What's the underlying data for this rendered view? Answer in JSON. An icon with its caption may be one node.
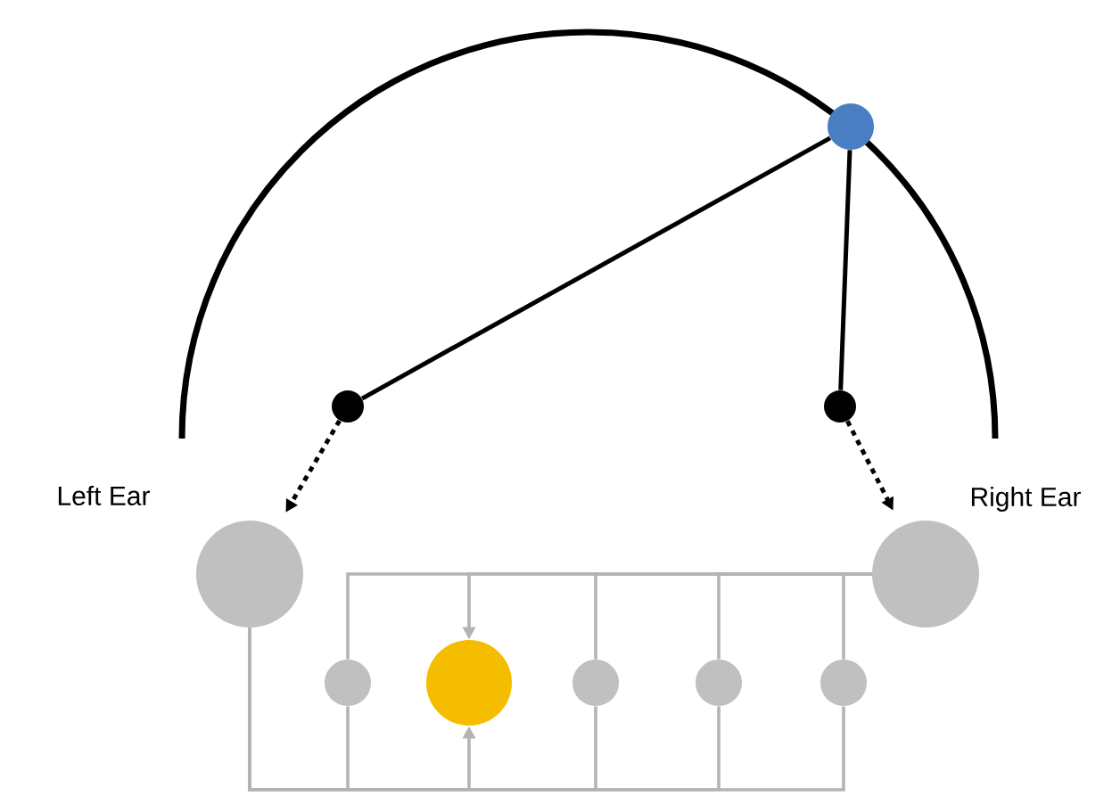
{
  "diagram": {
    "nodes": [
      {
        "text": [
          "Left Ear"
        ]
      },
      {
        "text": [
          "Right Ear"
        ]
      },
      {
        "text": [],
        "shape": "circle"
      },
      {
        "text": [],
        "shape": "circle"
      },
      {
        "text": [],
        "shape": "circle"
      },
      {
        "text": [],
        "shape": "circle"
      },
      {
        "text": [],
        "shape": "circle"
      },
      {
        "text": [],
        "shape": "circle"
      },
      {
        "text": [],
        "shape": "circle"
      },
      {
        "text": [],
        "shape": "circle"
      }
    ],
    "edges": [
      {
        "from": 2,
        "to": 3,
        "arrow": "none",
        "color": "#000000"
      },
      {
        "from": 2,
        "to": 4,
        "arrow": "none",
        "color": "#000000"
      },
      {
        "from": 3,
        "to": 0,
        "arrow": "to",
        "style": "dashed",
        "color": "#000000"
      },
      {
        "from": 4,
        "to": 1,
        "arrow": "to",
        "style": "dashed",
        "color": "#000000"
      },
      {
        "from": 1,
        "to": 5,
        "arrow": "none"
      },
      {
        "from": 1,
        "to": 6,
        "arrow": "to"
      },
      {
        "from": 1,
        "to": 7,
        "arrow": "none"
      },
      {
        "from": 1,
        "to": 8,
        "arrow": "none"
      },
      {
        "from": 1,
        "to": 9,
        "arrow": "none"
      },
      {
        "from": 0,
        "to": 5,
        "arrow": "none"
      },
      {
        "from": 0,
        "to": 6,
        "arrow": "to"
      },
      {
        "from": 0,
        "to": 7,
        "arrow": "none"
      },
      {
        "from": 0,
        "to": 8,
        "arrow": "none"
      },
      {
        "from": 0,
        "to": 9,
        "arrow": "none"
      }
    ]
  }
}
